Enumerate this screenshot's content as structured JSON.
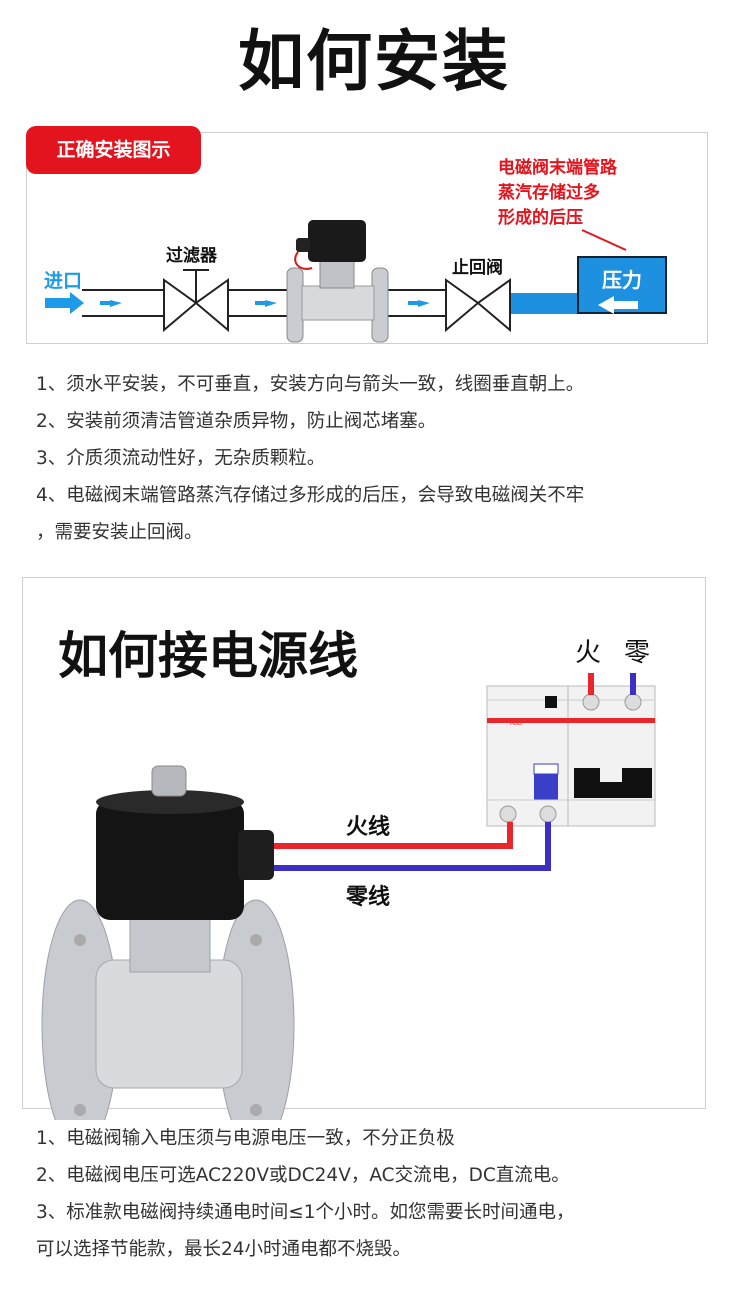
{
  "title": "如何安装",
  "install_diagram": {
    "badge": "正确安装图示",
    "inlet": "进口",
    "filter": "过滤器",
    "check_valve": "止回阀",
    "backpressure_note": [
      "电磁阀末端管路",
      "蒸汽存储过多",
      "形成的后压"
    ],
    "pressure": "压力"
  },
  "install_notes": [
    "1、须水平安装，不可垂直，安装方向与箭头一致，线圈垂直朝上。",
    "2、安装前须清洁管道杂质异物，防止阀芯堵塞。",
    "3、介质须流动性好，无杂质颗粒。",
    "4、电磁阀末端管路蒸汽存储过多形成的后压，会导致电磁阀关不牢",
    "，需要安装止回阀。"
  ],
  "wiring": {
    "title": "如何接电源线",
    "live_top": "火",
    "neutral_top": "零",
    "live_wire": "火线",
    "neutral_wire": "零线",
    "breaker_brand": "ABB"
  },
  "wiring_notes": [
    "1、电磁阀输入电压须与电源电压一致，不分正负极",
    "2、电磁阀电压可选AC220V或DC24V，AC交流电，DC直流电。",
    "3、标准款电磁阀持续通电时间≤1个小时。如您需要长时间通电，",
    "可以选择节能款，最长24小时通电都不烧毁。"
  ],
  "colors": {
    "red": "#e4141e",
    "blue": "#1e90e0",
    "live": "#e8262b",
    "neutral": "#3b2fc8"
  }
}
